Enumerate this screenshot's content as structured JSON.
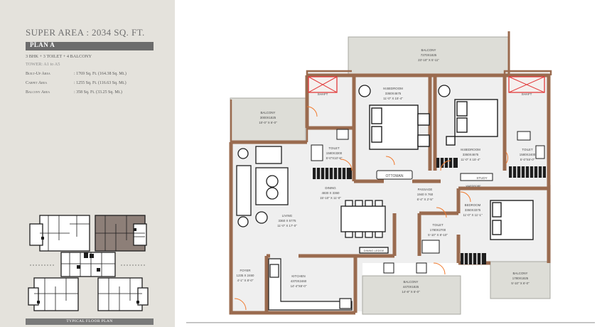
{
  "title": "SUPER AREA : 2034 SQ. FT.",
  "plan_name": "PLAN A",
  "configuration": "3 BHK + 3 TOILET + 4 BALCONY",
  "tower": "TOWER: A1 to A5",
  "areas": [
    {
      "label": "Built-Up Area",
      "value": ": 1769 Sq. Ft. (164.38 Sq. Mt.)"
    },
    {
      "label": "Carpet Area",
      "value": ": 1255 Sq. Ft. (116.63 Sq. Mt.)"
    },
    {
      "label": "Balcony Area",
      "value": ": 358 Sq. Ft. (33.25 Sq. Mt.)"
    }
  ],
  "mini_plan_caption": "TYPICAL FLOOR PLAN",
  "rooms": {
    "balcony_top": {
      "name": "BALCONY",
      "dim1": "7270X1825",
      "dim2": "23'-10\" X 5'-11\""
    },
    "balcony_left": {
      "name": "BALCONY",
      "dim1": "3000X1825",
      "dim2": "10'-0\" X 6'-0\""
    },
    "master_bedroom": {
      "name": "M.BEDROOM",
      "dim1": "3360X4675",
      "dim2": "11'-0\" X 15'-4\""
    },
    "bedroom_2": {
      "name": "M.BEDROOM",
      "dim1": "3360X4675",
      "dim2": "11'-0\" X 15'-4\""
    },
    "shaft_left": "SHAFT",
    "shaft_right": "SHAFT",
    "toilet_left": {
      "name": "TOILET",
      "dim1": "1580X3300",
      "dim2": "5'-0\"X10'-8\""
    },
    "toilet_right": {
      "name": "TOILET",
      "dim1": "1580X2400",
      "dim2": "5'-0\"X8'-0\""
    },
    "ottoman": "OTTOMAN",
    "study": "STUDY",
    "dining": {
      "name": "DINING",
      "dim1": "4830 X 3360",
      "dim2": "15'-10\" X 11'-0\""
    },
    "passage": {
      "name": "PASSAGE",
      "dim1": "1940 X 760",
      "dim2": "6'-4\" X 2'-5\""
    },
    "bedroom_3": {
      "name": "BEDROOM",
      "dim1": "3360X3375",
      "dim2": "11'-0\" X 11'-1\""
    },
    "living": {
      "name": "LIVING",
      "dim1": "3360 X 5775",
      "dim2": "11'-0\" X 17'-0\""
    },
    "toilet_mid": {
      "name": "TOILET",
      "dim1": "1780X2700",
      "dim2": "5'-10\" X 8'-10\""
    },
    "dining_ledge": "DINING LEDGE",
    "foyer": {
      "name": "FOYER",
      "dim1": "1235 X 2460",
      "dim2": "4'-1\" X 8'-0\""
    },
    "kitchen": {
      "name": "KITCHEN",
      "dim1": "4370X2460",
      "dim2": "14'-4\"X8'-0\""
    },
    "balcony_kitchen": {
      "name": "BALCONY",
      "dim1": "4470X1825",
      "dim2": "14'-8\" X 6'-0\""
    },
    "balcony_right": {
      "name": "BALCONY",
      "dim1": "1780X1825",
      "dim2": "5'-10\" X 6'-0\""
    },
    "wardrobe": "WARDROBE"
  },
  "colors": {
    "panel_bg": "#e4e2dc",
    "wall": "#9a6b4f",
    "balcony_fill": "#ddddd7",
    "room_fill": "#efefef",
    "door": "#f07a2e",
    "shaft_red": "#e23a3a",
    "text": "#4a4a4a"
  }
}
